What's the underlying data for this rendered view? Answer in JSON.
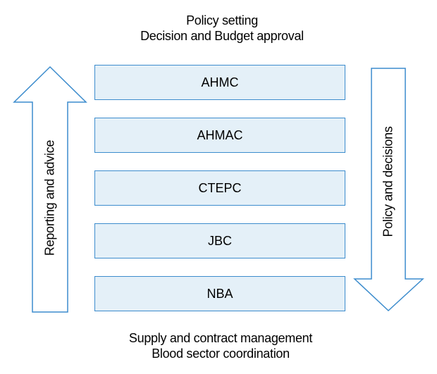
{
  "top_caption": {
    "line1": "Policy setting",
    "line2": "Decision and Budget approval"
  },
  "bottom_caption": {
    "line1": "Supply and contract management",
    "line2": "Blood sector coordination"
  },
  "levels": [
    {
      "label": "AHMC"
    },
    {
      "label": "AHMAC"
    },
    {
      "label": "CTEPC"
    },
    {
      "label": "JBC"
    },
    {
      "label": "NBA"
    }
  ],
  "up_arrow": {
    "label": "Reporting and advice",
    "direction": "up"
  },
  "down_arrow": {
    "label": "Policy and decisions",
    "direction": "down"
  },
  "colors": {
    "box_fill": "#e4f0f8",
    "stroke": "#3c8ccd",
    "text": "#000000"
  }
}
